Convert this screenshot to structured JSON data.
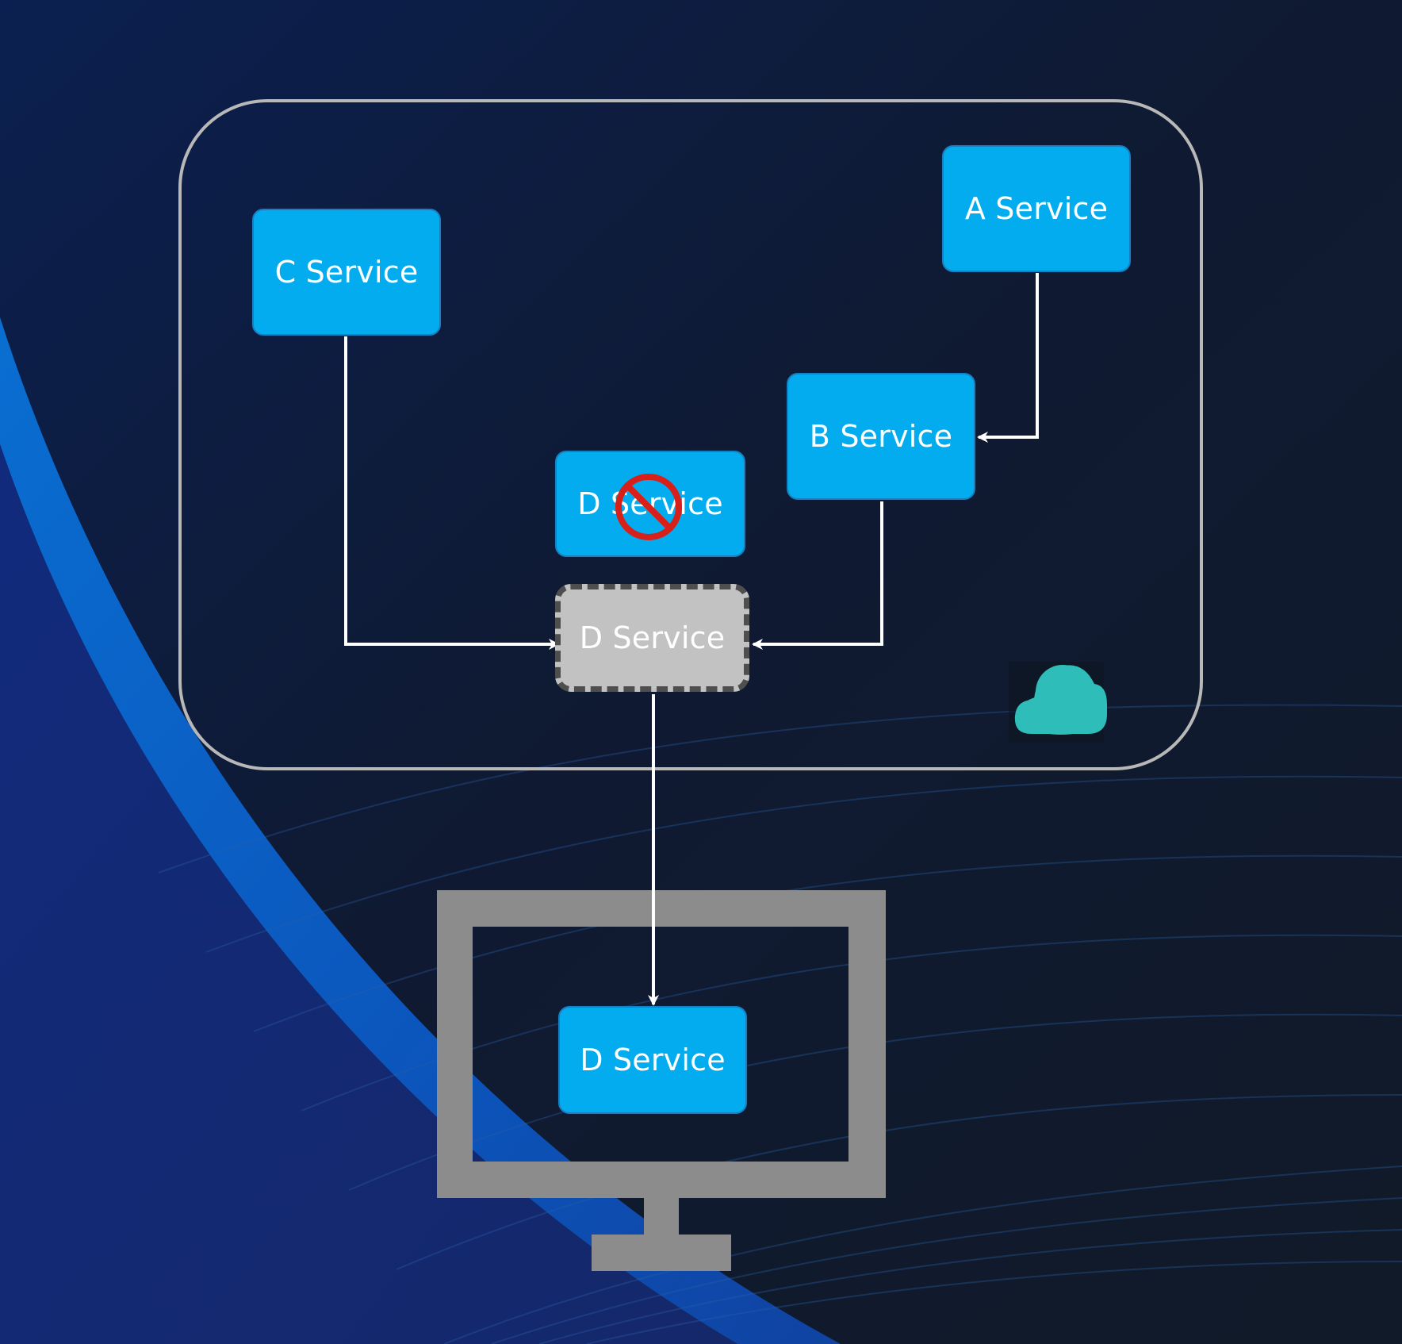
{
  "nodes": {
    "c_service": "C Service",
    "a_service": "A Service",
    "b_service": "B Service",
    "d_service_blocked": "D Service",
    "d_service_ghost": "D Service",
    "d_service_local": "D Service"
  },
  "colors": {
    "service_fill": "#02acee",
    "ghost_fill": "#c2c2c2",
    "ghost_border": "#4e4e4e",
    "cluster_border": "#b8b8b8",
    "arrow": "#ffffff",
    "blocked_sign": "#d8201a",
    "cloud": "#2ebdb8",
    "monitor": "#8c8c8c"
  },
  "icons": {
    "blocked": "no-entry-icon",
    "cloud": "cloud-icon",
    "local_machine": "monitor-icon"
  }
}
